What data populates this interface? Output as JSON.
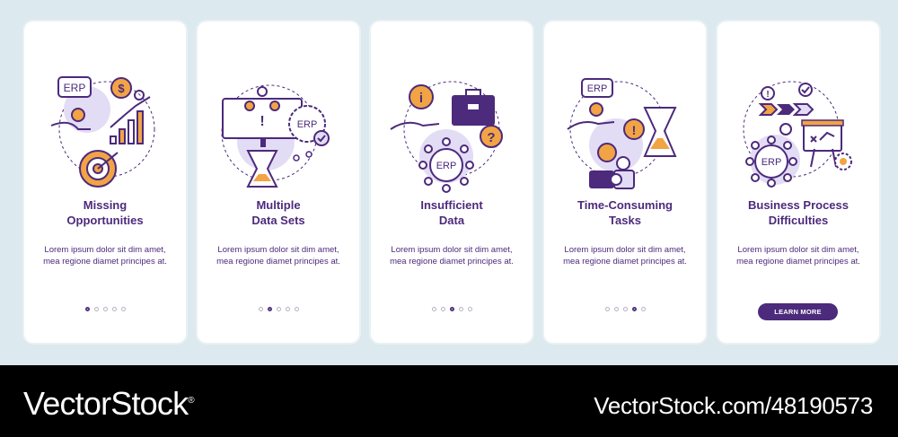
{
  "screens": [
    {
      "title": "Missing\nOpportunities",
      "body": "Lorem ipsum dolor sit dim amet, mea regione diamet principes at.",
      "icon": "missing-opportunities-icon",
      "active_dot": 0,
      "erp_label": "ERP",
      "currency_glyph": "$"
    },
    {
      "title": "Multiple\nData Sets",
      "body": "Lorem ipsum dolor sit dim amet, mea regione diamet principes at.",
      "icon": "multiple-data-sets-icon",
      "active_dot": 1,
      "erp_label": "ERP",
      "alert_glyph": "!"
    },
    {
      "title": "Insufficient\nData",
      "body": "Lorem ipsum dolor sit dim amet, mea regione diamet principes at.",
      "icon": "insufficient-data-icon",
      "active_dot": 2,
      "erp_label": "ERP",
      "info_glyph": "i",
      "question_glyph": "?"
    },
    {
      "title": "Time-Consuming\nTasks",
      "body": "Lorem ipsum dolor sit dim amet, mea regione diamet principes at.",
      "icon": "time-consuming-tasks-icon",
      "active_dot": 3,
      "erp_label": "ERP",
      "alert_glyph": "!"
    },
    {
      "title": "Business Process\nDifficulties",
      "body": "Lorem ipsum dolor sit dim amet, mea regione diamet principes at.",
      "icon": "business-process-difficulties-icon",
      "erp_label": "ERP",
      "alert_glyph": "!",
      "button_label": "LEARN MORE"
    }
  ],
  "footer": {
    "brand": "VectorStock",
    "brand_mark": "®",
    "url": "VectorStock.com/48190573"
  },
  "colors": {
    "background": "#dce9ee",
    "purple": "#4c2a7c",
    "lavender": "#e3dcf5",
    "orange": "#f2a444",
    "footer": "#000000"
  }
}
